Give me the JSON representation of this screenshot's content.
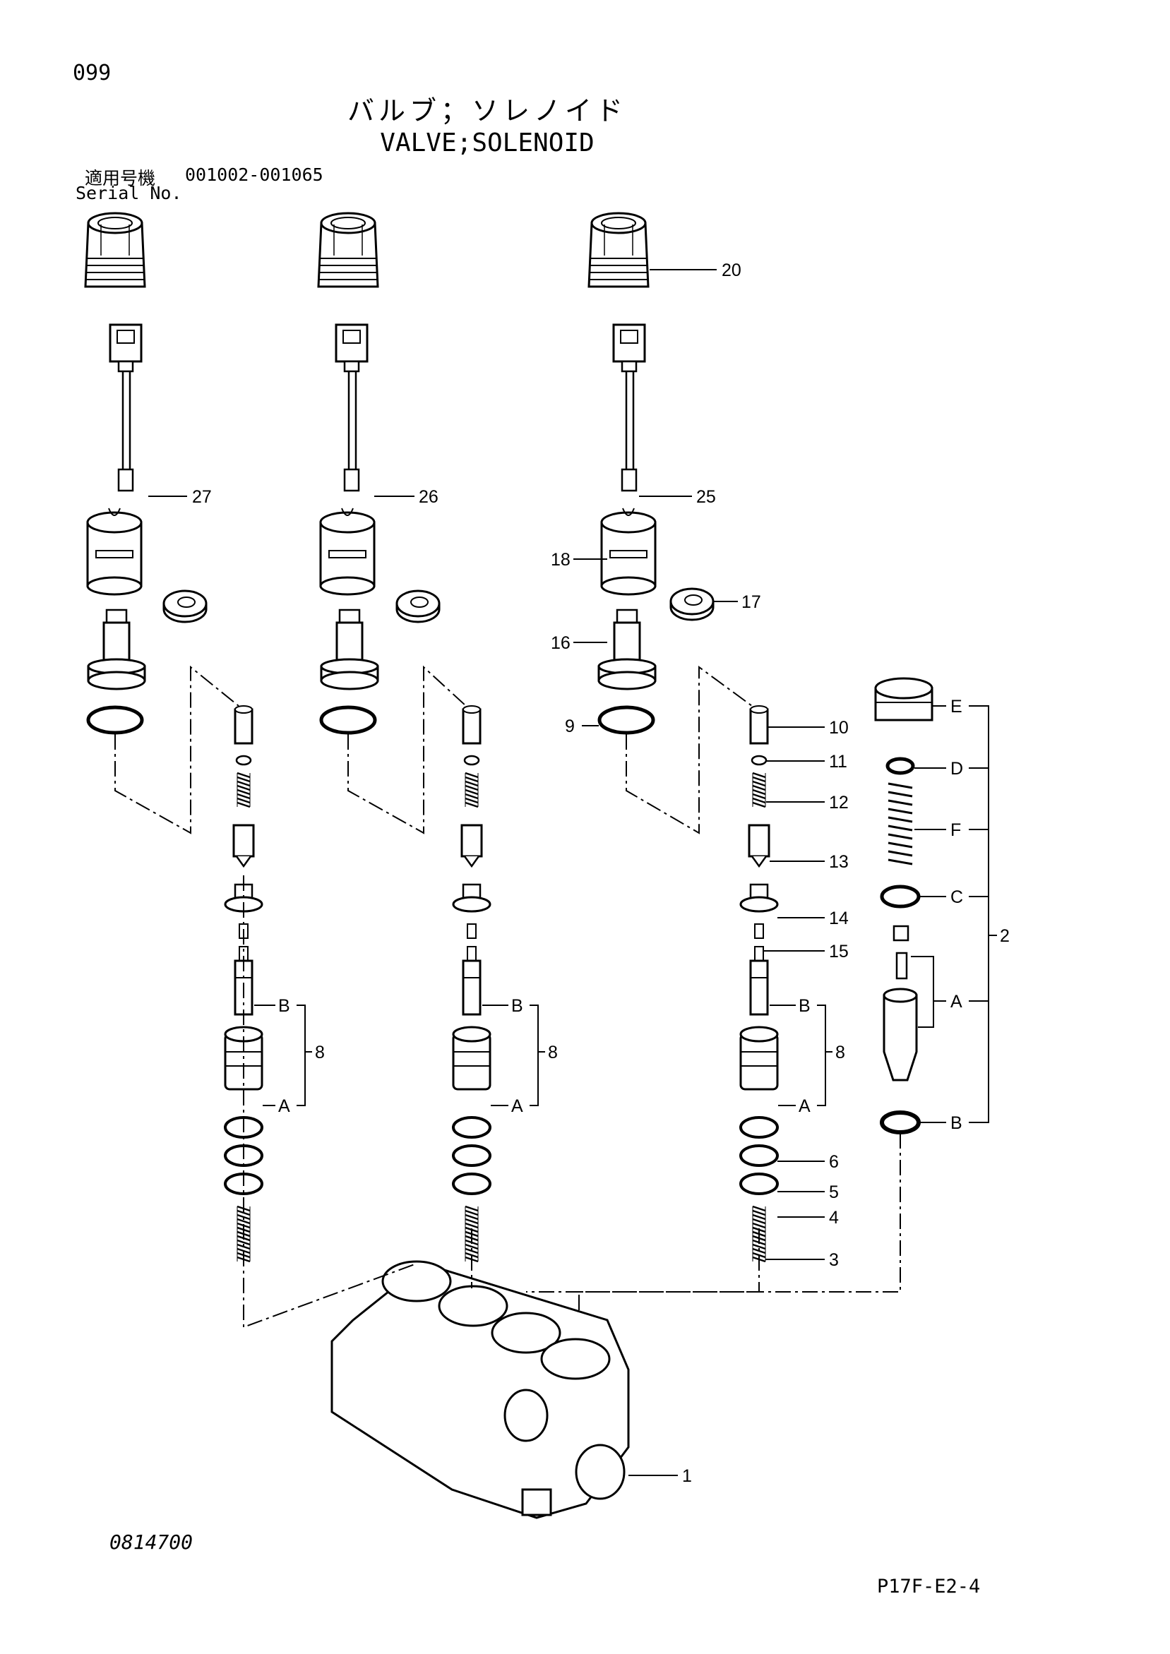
{
  "header": {
    "page_number": "099",
    "title_jp": "バルブ；ソレノイド",
    "title_en": "VALVE;SOLENOID",
    "serial_label_jp": "適用号機",
    "serial_range": "001002-001065",
    "serial_label_en": "Serial No."
  },
  "footer": {
    "drawing_number": "0814700",
    "sheet_code": "P17F-E2-4"
  },
  "callouts": {
    "c1": "1",
    "c2": "2",
    "c3": "3",
    "c4": "4",
    "c5": "5",
    "c6": "6",
    "c8a": "8",
    "c8b": "8",
    "c8c": "8",
    "c9": "9",
    "c10": "10",
    "c11": "11",
    "c12": "12",
    "c13": "13",
    "c14": "14",
    "c15": "15",
    "c16": "16",
    "c17": "17",
    "c18": "18",
    "c20": "20",
    "c25": "25",
    "c26": "26",
    "c27": "27",
    "sub_A1": "A",
    "sub_B1": "B",
    "sub_A2": "A",
    "sub_B2": "B",
    "sub_A3": "A",
    "sub_B3": "B",
    "sub_E": "E",
    "sub_D": "D",
    "sub_F": "F",
    "sub_C": "C",
    "sub_A4": "A",
    "sub_B4": "B"
  }
}
